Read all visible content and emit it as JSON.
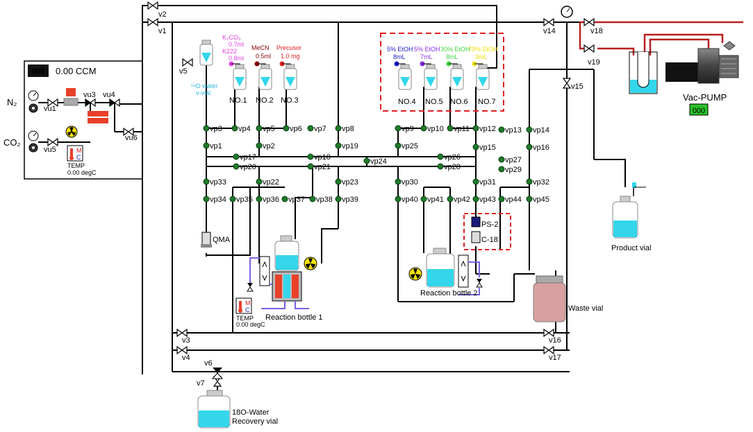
{
  "colors": {
    "pipe": "#000000",
    "vacuum_line": "#b81e1e",
    "liquid": "#33d6ea",
    "valve_node": "#1f7a2a",
    "dashed_box": "#e02020",
    "heater": "#e8402a",
    "display_bg": "#111111",
    "display_green": "#3cff3c",
    "qma_label": "#5fc52b",
    "reaction_label": "#2ab7e0",
    "product_label": "#e02020",
    "waste_label": "#8a2be2",
    "recovery_label": "#7b60e0",
    "waste_liquid": "#d9a0a0",
    "pump_body": "#222222"
  },
  "gas": {
    "n2_label": "N₂",
    "co2_label": "CO₂",
    "flow_display": "000",
    "flow_text": "0.00 CCM",
    "temp_label": "TEMP",
    "temp_value": "0.00 degC"
  },
  "valves_v": {
    "v1": "v1",
    "v2": "v2",
    "v3": "v3",
    "v4": "v4",
    "v5": "v5",
    "v6": "v6",
    "v7": "v7",
    "v14": "v14",
    "v15": "v15",
    "v16": "v16",
    "v17": "v17",
    "v18": "v18",
    "v19": "v19"
  },
  "valves_vu": {
    "vu1": "vu1",
    "vu3": "vu3",
    "vu4": "vu4",
    "vu5": "vu5",
    "vu6": "vu6"
  },
  "vp_labels": [
    "vp1",
    "vp2",
    "vp3",
    "vp4",
    "vp5",
    "vp6",
    "vp7",
    "vp8",
    "vp9",
    "vp10",
    "vp11",
    "vp12",
    "vp13",
    "vp14",
    "vp15",
    "vp16",
    "vp17",
    "vp18",
    "vp19",
    "vp20",
    "vp21",
    "vp22",
    "vp23",
    "vp24",
    "vp25",
    "vp26",
    "vp27",
    "vp28",
    "vp29",
    "vp30",
    "vp31",
    "vp32",
    "vp33",
    "vp34",
    "vp35",
    "vp36",
    "vp37",
    "vp38",
    "vp39",
    "vp40",
    "vp41",
    "vp42",
    "vp43",
    "vp44",
    "vp45"
  ],
  "reagents": {
    "water_vial": {
      "name": "¹⁸O water",
      "sub": "v-vial"
    },
    "no1": {
      "name": "NO.1",
      "lines": [
        "K₂CO₃",
        "0.7ml",
        "K222",
        "0.8ml"
      ],
      "color": "#e040e0"
    },
    "no2": {
      "name": "NO.2",
      "lines": [
        "MeCN",
        "0.5ml"
      ],
      "color": "#8b0000"
    },
    "no3": {
      "name": "NO.3",
      "lines": [
        "Precusor",
        "1.0 mg"
      ],
      "color": "#e02020"
    },
    "no4": {
      "name": "NO.4",
      "lines": [
        "5% EtOH",
        "8mL"
      ],
      "color": "#1a1acc"
    },
    "no5": {
      "name": "NO.5",
      "lines": [
        "5% EtOH",
        "7mL"
      ],
      "color": "#8a2be2"
    },
    "no6": {
      "name": "NO.6",
      "lines": [
        "30% EtOH",
        "8mL"
      ],
      "color": "#3cd43c"
    },
    "no7": {
      "name": "NO.7",
      "lines": [
        "70% EtOH",
        "3mL"
      ],
      "color": "#f0e000"
    }
  },
  "cartridges": {
    "qma": "QMA",
    "ps2": "PS-2",
    "c18": "C-18"
  },
  "reaction1": {
    "label": "Reaction bottle 1",
    "temp_label": "TEMP",
    "temp_value": "0.00 degC",
    "m": "M",
    "c": "C"
  },
  "reaction2": {
    "label": "Reaction bottle 2"
  },
  "waste": {
    "label": "Waste vial"
  },
  "product": {
    "label": "Product vial"
  },
  "recovery": {
    "label_line1": "18O-Water",
    "label_line2": "Recovery vial"
  },
  "pump": {
    "label": "Vac-PUMP",
    "display": "000"
  }
}
